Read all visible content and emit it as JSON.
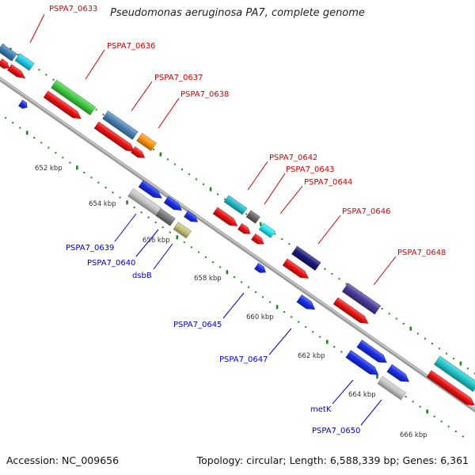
{
  "title": "Pseudomonas aeruginosa PA7, complete genome",
  "footer": {
    "accession": "Accession: NC_009656",
    "summary": "Topology: circular; Length: 6,588,339 bp; Genes: 6,361"
  },
  "colors": {
    "backbone": "#8c8c8c",
    "tick_dots": "#1a8a1a",
    "forward_label": "#d40000",
    "reverse_label": "#0000cc"
  },
  "ruler": [
    "652 kbp",
    "654 kbp",
    "656 kbp",
    "658 kbp",
    "660 kbp",
    "662 kbp",
    "664 kbp",
    "666 kbp"
  ],
  "genes_top": [
    "PSPA7_0633",
    "PSPA7_0636",
    "PSPA7_0637",
    "PSPA7_0638",
    "PSPA7_0642",
    "PSPA7_0643",
    "PSPA7_0644",
    "PSPA7_0646",
    "PSPA7_0648"
  ],
  "genes_bottom": [
    "PSPA7_0639",
    "PSPA7_0640",
    "dsbB",
    "PSPA7_0645",
    "PSPA7_0647",
    "metK",
    "PSPA7_0650"
  ]
}
